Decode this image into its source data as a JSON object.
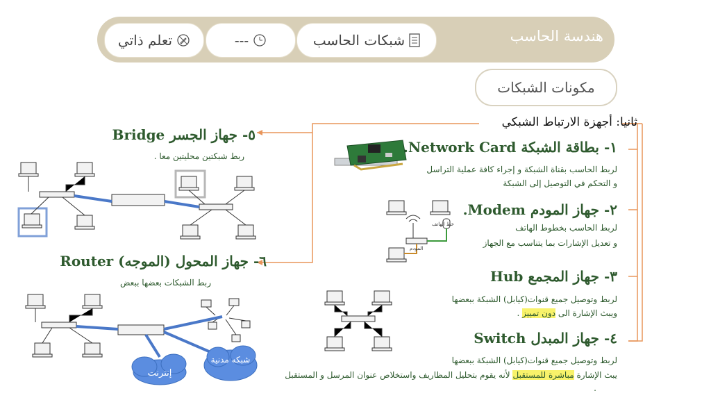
{
  "header": {
    "title": "هندسة الحاسب",
    "tabs": [
      {
        "label": "شبكات الحاسب",
        "icon": "document-icon"
      },
      {
        "label": "---",
        "icon": "clock-icon"
      },
      {
        "label": "تعلم ذاتي",
        "icon": "no-pencil-icon"
      }
    ]
  },
  "section": {
    "label": "مكونات الشبكات"
  },
  "main_title": "ثانيا: أجهزة الارتباط الشبكي",
  "devices": {
    "network_card": {
      "title": "١- بطاقة الشبكة Network Card.",
      "desc": [
        "لربط الحاسب بقناة الشبكة و إجراء كافة عملية التراسل",
        "و التحكم في التوصيل إلى الشبكة"
      ]
    },
    "modem": {
      "title": "٢- جهاز المودم Modem.",
      "desc": [
        "لربط الحاسب بخطوط الهاتف",
        "و تعديل الإشارات بما يتناسب مع الجهاز"
      ],
      "labels": {
        "phone_line": "خط الهاتف",
        "modem": "المودم"
      }
    },
    "hub": {
      "title": "٣- جهاز المجمع Hub",
      "desc_line1": "لربط وتوصيل جميع قنوات(كيابل) الشبكة ببعضها",
      "desc_line2_prefix": "ويبث الإشارة الى",
      "desc_line2_highlight": "دون تمييز",
      "desc_line2_suffix": "."
    },
    "switch": {
      "title": "٤- جهاز المبدل Switch",
      "desc_line1": "لربط وتوصيل جميع قنوات(كيابل) الشبكة ببعضها",
      "desc_line2_prefix": "يبث الإشارة",
      "desc_line2_highlight": "مباشرة للمستقبل",
      "desc_line2_suffix": "لأنه يقوم بتحليل المظاريف واستخلاص عنوان المرسل و المستقبل",
      "desc_line3": "."
    },
    "bridge": {
      "title": "٥- جهاز الجسر Bridge",
      "desc": "ربط شبكتين محليتين معا ."
    },
    "router": {
      "title": "٦- جهاز المحول (الموجه) Router",
      "desc": "ربط الشبكات بعضها ببعض",
      "clouds": {
        "internet": "إنترنت",
        "city_network": "شبكه مدنية"
      }
    }
  },
  "colors": {
    "accent": "#e8955a",
    "header": "#d8cfb7",
    "heading": "#2e5a2e",
    "link": "#4a78c8",
    "highlight": "#f8f26a"
  }
}
